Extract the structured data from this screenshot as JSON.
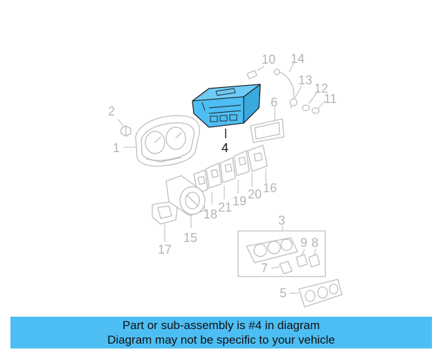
{
  "diagram": {
    "highlighted_part": "4",
    "highlight_color": "#4dbef3",
    "part_outline_color": "#bdbdbd",
    "callouts": [
      "1",
      "2",
      "3",
      "4",
      "5",
      "6",
      "7",
      "8",
      "9",
      "10",
      "11",
      "12",
      "13",
      "14",
      "15",
      "16",
      "17",
      "18",
      "19",
      "20",
      "21"
    ]
  },
  "banner": {
    "line1": "Part or sub-assembly is #4 in diagram",
    "line2": "Diagram may not be specific to your vehicle",
    "background": "#4dbef3"
  }
}
